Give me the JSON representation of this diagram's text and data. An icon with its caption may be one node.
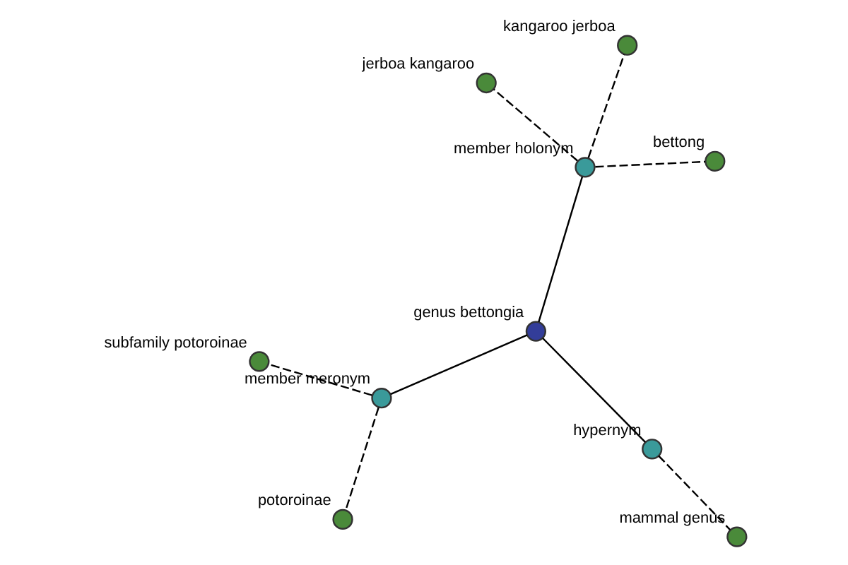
{
  "diagram": {
    "nodes": [
      {
        "text": [],
        "shape": "circle",
        "beside": [
          "genus bettongia"
        ]
      },
      {
        "text": [],
        "shape": "circle",
        "beside": [
          "member holonym"
        ]
      },
      {
        "text": [],
        "shape": "circle",
        "beside": [
          "bettong"
        ]
      },
      {
        "text": [],
        "shape": "circle",
        "beside": [
          "jerboa kangaroo"
        ]
      },
      {
        "text": [],
        "shape": "circle",
        "beside": [
          "kangaroo jerboa"
        ]
      },
      {
        "text": [],
        "shape": "circle",
        "beside": [
          "member meronym"
        ]
      },
      {
        "text": [],
        "shape": "circle",
        "beside": [
          "subfamily potoroinae"
        ]
      },
      {
        "text": [],
        "shape": "circle",
        "beside": [
          "potoroinae"
        ]
      },
      {
        "text": [],
        "shape": "circle",
        "beside": [
          "hypernym"
        ]
      },
      {
        "text": [],
        "shape": "circle",
        "beside": [
          "mammal genus"
        ]
      }
    ],
    "edges": [
      {
        "from": 0,
        "to": 1,
        "arrow": "none"
      },
      {
        "from": 0,
        "to": 5,
        "arrow": "none"
      },
      {
        "from": 0,
        "to": 8,
        "arrow": "none"
      },
      {
        "from": 1,
        "to": 2,
        "arrow": "none",
        "style": "dashed"
      },
      {
        "from": 1,
        "to": 3,
        "arrow": "none",
        "style": "dashed"
      },
      {
        "from": 1,
        "to": 4,
        "arrow": "none",
        "style": "dashed"
      },
      {
        "from": 5,
        "to": 6,
        "arrow": "none",
        "style": "dashed"
      },
      {
        "from": 5,
        "to": 7,
        "arrow": "none",
        "style": "dashed"
      },
      {
        "from": 8,
        "to": 9,
        "arrow": "none",
        "style": "dashed"
      }
    ]
  }
}
